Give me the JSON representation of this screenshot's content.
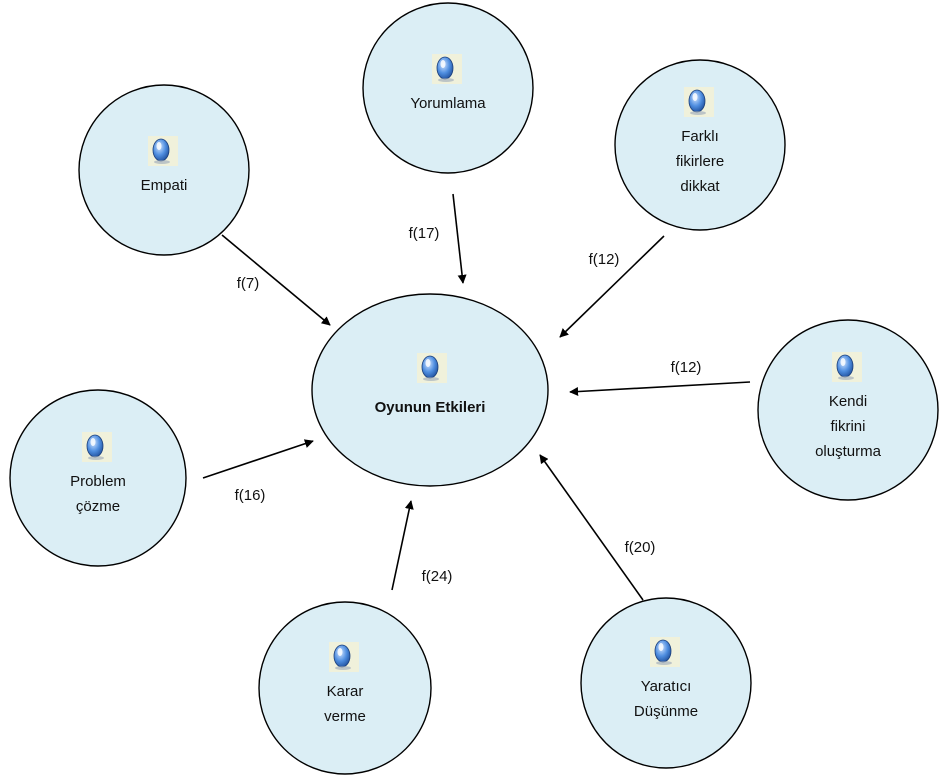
{
  "center": {
    "id": "center",
    "label": "Oyunun Etkileri",
    "icon": "question-icon"
  },
  "nodes": [
    {
      "id": "empati",
      "lines": [
        "Empati"
      ],
      "icon": "question-icon"
    },
    {
      "id": "yorumlama",
      "lines": [
        "Yorumlama"
      ],
      "icon": "question-icon"
    },
    {
      "id": "farkli",
      "lines": [
        "Farklı",
        "fikirlere",
        "dikkat"
      ],
      "icon": "question-icon"
    },
    {
      "id": "kendi",
      "lines": [
        "Kendi",
        "fikrini",
        "oluşturma"
      ],
      "icon": "question-icon"
    },
    {
      "id": "problem",
      "lines": [
        "Problem",
        "çözme"
      ],
      "icon": "question-icon"
    },
    {
      "id": "karar",
      "lines": [
        "Karar",
        "verme"
      ],
      "icon": "question-icon"
    },
    {
      "id": "yaratici",
      "lines": [
        "Yaratıcı",
        "Düşünme"
      ],
      "icon": "question-icon"
    }
  ],
  "edges": [
    {
      "from": "empati",
      "to": "center",
      "label": "f(7)"
    },
    {
      "from": "yorumlama",
      "to": "center",
      "label": "f(17)"
    },
    {
      "from": "farkli",
      "to": "center",
      "label": "f(12)"
    },
    {
      "from": "kendi",
      "to": "center",
      "label": "f(12)"
    },
    {
      "from": "problem",
      "to": "center",
      "label": "f(16)"
    },
    {
      "from": "karar",
      "to": "center",
      "label": "f(24)"
    },
    {
      "from": "yaratici",
      "to": "center",
      "label": "f(20)"
    }
  ],
  "colors": {
    "node_fill": "#dbeef5",
    "icon_blue": "#3f7fd0",
    "icon_bg": "#f3f1d6"
  }
}
